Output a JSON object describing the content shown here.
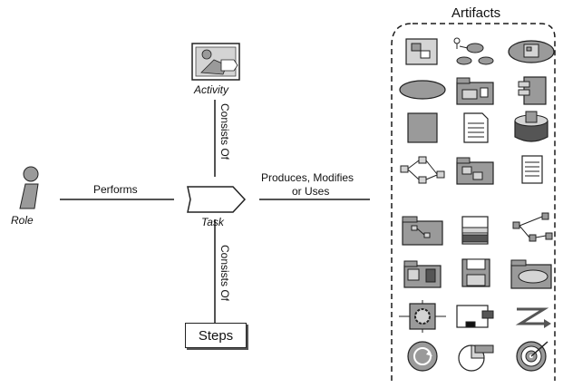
{
  "title": "Artifacts",
  "nodes": {
    "role": "Role",
    "task": "Task",
    "activity": "Activity",
    "steps": "Steps"
  },
  "edges": {
    "performs": "Performs",
    "produces_line1": "Produces, Modifies",
    "produces_line2": "or Uses",
    "consists_upper": "Consists Of",
    "consists_lower": "Consists Of"
  },
  "colors": {
    "line": "#1a1a1a",
    "icon_fill": "#9a9a9a",
    "icon_dark": "#555555",
    "icon_light": "#d4d4d4"
  },
  "artifact_icons": [
    "model-icon",
    "use-case-model-icon",
    "design-model-icon",
    "ellipse-model-icon",
    "subsystem-folder-icon",
    "component-stack-icon",
    "square-artifact-icon",
    "document-icon",
    "database-icon",
    "network-diagram-icon",
    "package-icon",
    "text-document-icon",
    "folder-graph-icon",
    "printer-icon",
    "node-graph-icon",
    "folder-component-icon",
    "floppy-disk-icon",
    "folder-ellipse-icon",
    "gear-frame-icon",
    "window-dialog-icon",
    "z-arrow-icon",
    "cycle-icon",
    "pie-report-icon",
    "target-icon"
  ]
}
